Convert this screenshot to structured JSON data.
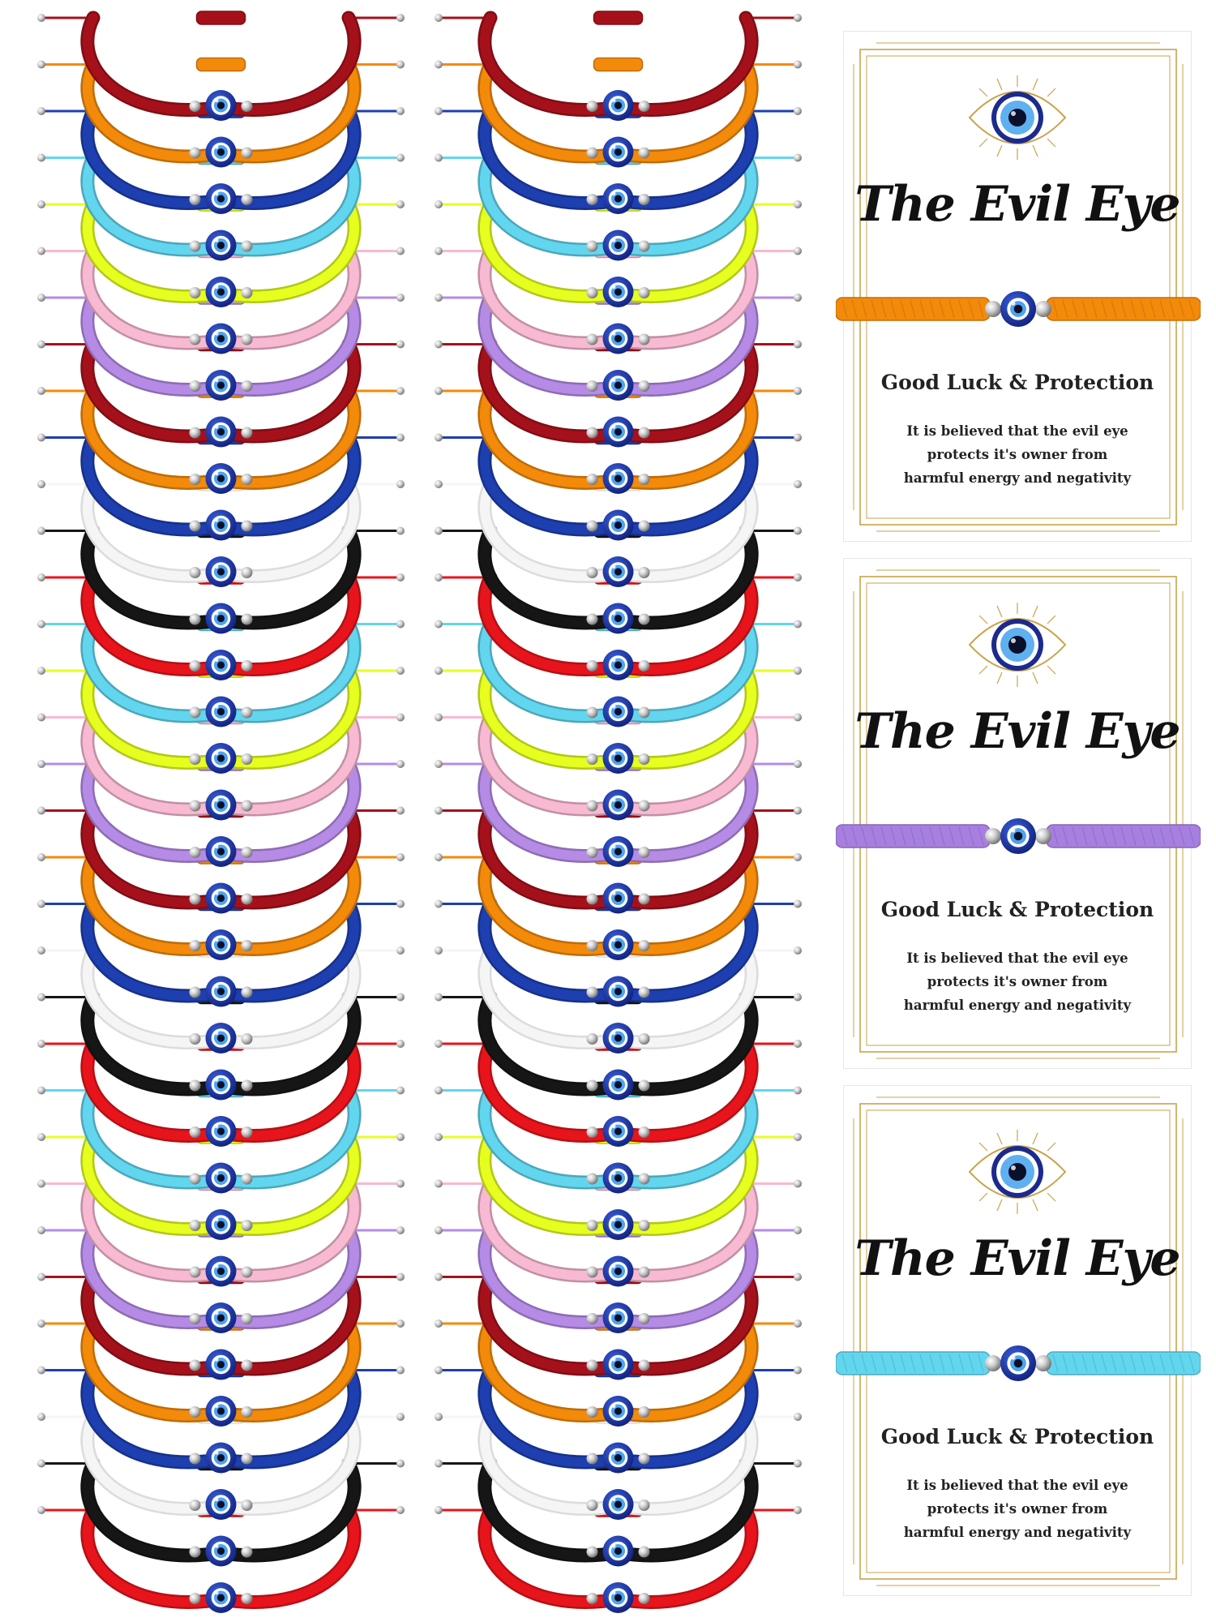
{
  "stack_colors": [
    "#a5111b",
    "#f38a0a",
    "#1d3fb0",
    "#62d6ee",
    "#e6ff1f",
    "#f8b9d2",
    "#b58be6",
    "#a5111b",
    "#f38a0a",
    "#1d3fb0",
    "#f5f5f5",
    "#161616",
    "#e8141b",
    "#62d6ee",
    "#e6ff1f",
    "#f8b9d2",
    "#b58be6",
    "#a5111b",
    "#f38a0a",
    "#1d3fb0",
    "#f5f5f5",
    "#161616",
    "#e8141b",
    "#62d6ee",
    "#e6ff1f",
    "#f8b9d2",
    "#b58be6",
    "#a5111b",
    "#f38a0a",
    "#1d3fb0",
    "#f5f5f5",
    "#161616",
    "#e8141b"
  ],
  "cards": [
    {
      "title": "The Evil Eye",
      "heading": "Good Luck & Protection",
      "body_lines": [
        "It is believed that the evil eye",
        "protects it's owner from",
        "harmful energy and negativity"
      ],
      "cord_color": "#f38a0a",
      "eye_icon": "evil-eye-icon"
    },
    {
      "title": "The Evil Eye",
      "heading": "Good Luck & Protection",
      "body_lines": [
        "It is believed that the evil eye",
        "protects it's owner from",
        "harmful energy and negativity"
      ],
      "cord_color": "#a77fe0",
      "eye_icon": "evil-eye-icon"
    },
    {
      "title": "The Evil Eye",
      "heading": "Good Luck & Protection",
      "body_lines": [
        "It is believed that the evil eye",
        "protects it's owner from",
        "harmful energy and negativity"
      ],
      "cord_color": "#62d6ee",
      "eye_icon": "evil-eye-icon"
    }
  ],
  "colors": {
    "gold": "#c9a34a",
    "eye_dark_blue": "#1b2a8c",
    "eye_light_blue": "#5fb0f0",
    "bead_silver": "#c8c8c8"
  }
}
